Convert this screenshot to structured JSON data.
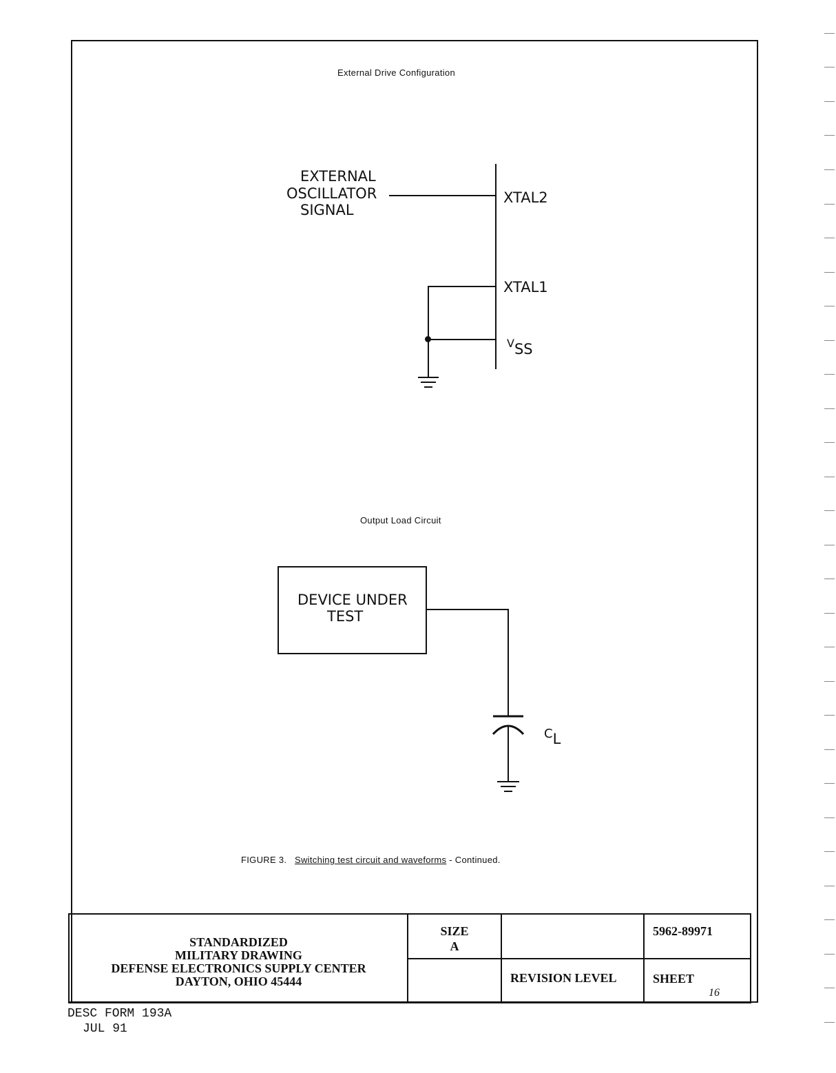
{
  "figures": {
    "external_drive": {
      "title": "External Drive Configuration",
      "signal_label": [
        "EXTERNAL",
        "OSCILLATOR",
        "SIGNAL"
      ],
      "pins": {
        "xtal2": "XTAL2",
        "xtal1": "XTAL1",
        "vss_main": "V",
        "vss_sub": "SS"
      }
    },
    "output_load": {
      "title": "Output Load Circuit",
      "device_label": [
        "DEVICE UNDER",
        "TEST"
      ],
      "cap_main": "C",
      "cap_sub": "L"
    },
    "caption": {
      "prefix": "FIGURE 3.",
      "underlined": "Switching test circuit and waveforms",
      "suffix": "- Continued."
    }
  },
  "title_block": {
    "agency": [
      "STANDARDIZED",
      "MILITARY DRAWING",
      "DEFENSE ELECTRONICS SUPPLY CENTER",
      "DAYTON, OHIO  45444"
    ],
    "size_label": "SIZE",
    "size_value": "A",
    "drawing_number": "5962-89971",
    "revision_label": "REVISION LEVEL",
    "sheet_label": "SHEET",
    "sheet_number": "16"
  },
  "form_info": [
    "DESC FORM 193A",
    "JUL 91"
  ]
}
